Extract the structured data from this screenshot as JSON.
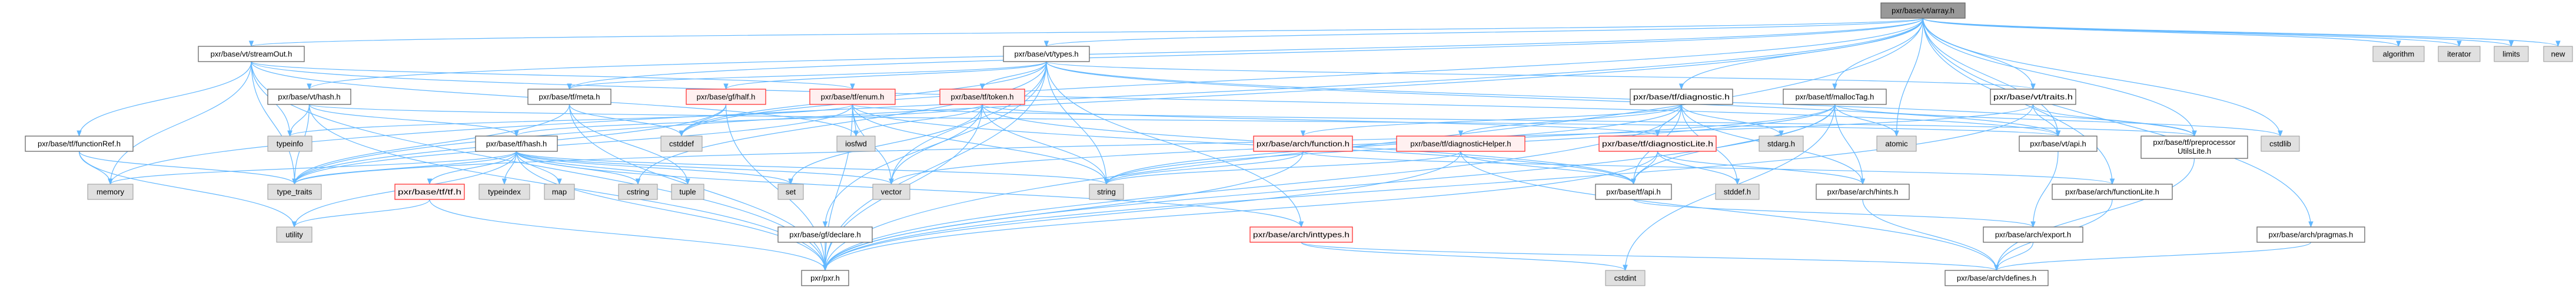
{
  "title": "pxr/base/vt/array.h",
  "colors": {
    "edge": "#63b8ff",
    "root_fill": "#999999",
    "root_border": "#666666",
    "doc_fill": "#ffffff",
    "doc_border": "#666666",
    "sys_fill": "#e0e0e0",
    "sys_border": "#999999",
    "trunc_fill": "#fff0f0",
    "trunc_border": "#ff3333"
  },
  "nodes": [
    {
      "id": "array",
      "label": "pxr/base/vt/array.h",
      "kind": "root"
    },
    {
      "id": "streamOut",
      "label": "pxr/base/vt/streamOut.h",
      "kind": "doc"
    },
    {
      "id": "types",
      "label": "pxr/base/vt/types.h",
      "kind": "doc"
    },
    {
      "id": "algorithm",
      "label": "algorithm",
      "kind": "sys"
    },
    {
      "id": "iterator",
      "label": "iterator",
      "kind": "sys"
    },
    {
      "id": "limits",
      "label": "limits",
      "kind": "sys"
    },
    {
      "id": "new",
      "label": "new",
      "kind": "sys"
    },
    {
      "id": "vthash",
      "label": "pxr/base/vt/hash.h",
      "kind": "doc"
    },
    {
      "id": "meta",
      "label": "pxr/base/tf/meta.h",
      "kind": "doc"
    },
    {
      "id": "half",
      "label": "pxr/base/gf/half.h",
      "kind": "trunc"
    },
    {
      "id": "enum",
      "label": "pxr/base/tf/enum.h",
      "kind": "trunc"
    },
    {
      "id": "token",
      "label": "pxr/base/tf/token.h",
      "kind": "trunc"
    },
    {
      "id": "diagnostic",
      "label": "pxr/base/tf/diagnostic.h",
      "kind": "doc"
    },
    {
      "id": "mallocTag",
      "label": "pxr/base/tf/mallocTag.h",
      "kind": "doc"
    },
    {
      "id": "traits",
      "label": "pxr/base/vt/traits.h",
      "kind": "doc"
    },
    {
      "id": "functionRef",
      "label": "pxr/base/tf/functionRef.h",
      "kind": "doc"
    },
    {
      "id": "typeinfo",
      "label": "typeinfo",
      "kind": "sys"
    },
    {
      "id": "tfhash",
      "label": "pxr/base/tf/hash.h",
      "kind": "doc"
    },
    {
      "id": "cstddef",
      "label": "cstddef",
      "kind": "sys"
    },
    {
      "id": "iosfwd",
      "label": "iosfwd",
      "kind": "sys"
    },
    {
      "id": "archfunction",
      "label": "pxr/base/arch/function.h",
      "kind": "trunc"
    },
    {
      "id": "diagHelper",
      "label": "pxr/base/tf/diagnosticHelper.h",
      "kind": "trunc"
    },
    {
      "id": "diagLite",
      "label": "pxr/base/tf/diagnosticLite.h",
      "kind": "trunc"
    },
    {
      "id": "stdarg",
      "label": "stdarg.h",
      "kind": "sys"
    },
    {
      "id": "atomic",
      "label": "atomic",
      "kind": "sys"
    },
    {
      "id": "vtapi",
      "label": "pxr/base/vt/api.h",
      "kind": "doc"
    },
    {
      "id": "ppLite",
      "label": "pxr/base/tf/preprocessor\nUtilsLite.h",
      "kind": "doc"
    },
    {
      "id": "cstdlib",
      "label": "cstdlib",
      "kind": "sys"
    },
    {
      "id": "memory",
      "label": "memory",
      "kind": "sys"
    },
    {
      "id": "type_traits",
      "label": "type_traits",
      "kind": "sys"
    },
    {
      "id": "tf",
      "label": "pxr/base/tf/tf.h",
      "kind": "trunc"
    },
    {
      "id": "typeindex",
      "label": "typeindex",
      "kind": "sys"
    },
    {
      "id": "map",
      "label": "map",
      "kind": "sys"
    },
    {
      "id": "cstring",
      "label": "cstring",
      "kind": "sys"
    },
    {
      "id": "tuple",
      "label": "tuple",
      "kind": "sys"
    },
    {
      "id": "set",
      "label": "set",
      "kind": "sys"
    },
    {
      "id": "vector",
      "label": "vector",
      "kind": "sys"
    },
    {
      "id": "string",
      "label": "string",
      "kind": "sys"
    },
    {
      "id": "tfapi",
      "label": "pxr/base/tf/api.h",
      "kind": "doc"
    },
    {
      "id": "stddef",
      "label": "stddef.h",
      "kind": "sys"
    },
    {
      "id": "hints",
      "label": "pxr/base/arch/hints.h",
      "kind": "doc"
    },
    {
      "id": "functionLite",
      "label": "pxr/base/arch/functionLite.h",
      "kind": "doc"
    },
    {
      "id": "utility",
      "label": "utility",
      "kind": "sys"
    },
    {
      "id": "declare",
      "label": "pxr/base/gf/declare.h",
      "kind": "doc"
    },
    {
      "id": "inttypes",
      "label": "pxr/base/arch/inttypes.h",
      "kind": "trunc"
    },
    {
      "id": "export",
      "label": "pxr/base/arch/export.h",
      "kind": "doc"
    },
    {
      "id": "pragmas",
      "label": "pxr/base/arch/pragmas.h",
      "kind": "doc"
    },
    {
      "id": "pxr",
      "label": "pxr/pxr.h",
      "kind": "doc"
    },
    {
      "id": "cstdint",
      "label": "cstdint",
      "kind": "sys"
    },
    {
      "id": "defines",
      "label": "pxr/base/arch/defines.h",
      "kind": "doc"
    }
  ],
  "edges": [
    [
      "array",
      "streamOut"
    ],
    [
      "array",
      "types"
    ],
    [
      "array",
      "algorithm"
    ],
    [
      "array",
      "iterator"
    ],
    [
      "array",
      "limits"
    ],
    [
      "array",
      "new"
    ],
    [
      "array",
      "vthash"
    ],
    [
      "array",
      "diagnostic"
    ],
    [
      "array",
      "mallocTag"
    ],
    [
      "array",
      "traits"
    ],
    [
      "array",
      "vtapi"
    ],
    [
      "array",
      "ppLite"
    ],
    [
      "array",
      "cstdlib"
    ],
    [
      "array",
      "atomic"
    ],
    [
      "array",
      "cstddef"
    ],
    [
      "array",
      "memory"
    ],
    [
      "array",
      "type_traits"
    ],
    [
      "array",
      "functionLite"
    ],
    [
      "array",
      "pragmas"
    ],
    [
      "array",
      "pxr"
    ],
    [
      "array",
      "meta"
    ],
    [
      "streamOut",
      "functionRef"
    ],
    [
      "streamOut",
      "typeinfo"
    ],
    [
      "streamOut",
      "type_traits"
    ],
    [
      "streamOut",
      "iosfwd"
    ],
    [
      "streamOut",
      "vtapi"
    ],
    [
      "streamOut",
      "enum"
    ],
    [
      "streamOut",
      "pxr"
    ],
    [
      "streamOut",
      "memory"
    ],
    [
      "vthash",
      "tfhash"
    ],
    [
      "vthash",
      "typeinfo"
    ],
    [
      "vthash",
      "type_traits"
    ],
    [
      "vthash",
      "vtapi"
    ],
    [
      "vthash",
      "pxr"
    ],
    [
      "types",
      "token"
    ],
    [
      "types",
      "half"
    ],
    [
      "types",
      "meta"
    ],
    [
      "types",
      "declare"
    ],
    [
      "types",
      "inttypes"
    ],
    [
      "types",
      "string"
    ],
    [
      "types",
      "vector"
    ],
    [
      "types",
      "cstddef"
    ],
    [
      "types",
      "cstring"
    ],
    [
      "types",
      "traits"
    ],
    [
      "types",
      "vtapi"
    ],
    [
      "types",
      "ppLite"
    ],
    [
      "types",
      "pxr"
    ],
    [
      "meta",
      "cstddef"
    ],
    [
      "meta",
      "tuple"
    ],
    [
      "meta",
      "type_traits"
    ],
    [
      "meta",
      "pxr"
    ],
    [
      "half",
      "cstddef"
    ],
    [
      "half",
      "pxr"
    ],
    [
      "half",
      "type_traits"
    ],
    [
      "enum",
      "iosfwd"
    ],
    [
      "enum",
      "string"
    ],
    [
      "enum",
      "vector"
    ],
    [
      "enum",
      "typeinfo"
    ],
    [
      "enum",
      "type_traits"
    ],
    [
      "enum",
      "tfapi"
    ],
    [
      "enum",
      "ppLite"
    ],
    [
      "enum",
      "pxr"
    ],
    [
      "token",
      "iosfwd"
    ],
    [
      "token",
      "string"
    ],
    [
      "token",
      "vector"
    ],
    [
      "token",
      "set"
    ],
    [
      "token",
      "tfhash"
    ],
    [
      "token",
      "tfapi"
    ],
    [
      "token",
      "diagLite"
    ],
    [
      "token",
      "pxr"
    ],
    [
      "tfhash",
      "tf"
    ],
    [
      "tfhash",
      "memory"
    ],
    [
      "tfhash",
      "type_traits"
    ],
    [
      "tfhash",
      "typeindex"
    ],
    [
      "tfhash",
      "map"
    ],
    [
      "tfhash",
      "cstring"
    ],
    [
      "tfhash",
      "tuple"
    ],
    [
      "tfhash",
      "set"
    ],
    [
      "tfhash",
      "vector"
    ],
    [
      "tfhash",
      "string"
    ],
    [
      "tfhash",
      "utility"
    ],
    [
      "tfhash",
      "inttypes"
    ],
    [
      "tfhash",
      "pxr"
    ],
    [
      "tf",
      "utility"
    ],
    [
      "tf",
      "pxr"
    ],
    [
      "functionRef",
      "memory"
    ],
    [
      "functionRef",
      "type_traits"
    ],
    [
      "functionRef",
      "utility"
    ],
    [
      "diagnostic",
      "diagLite"
    ],
    [
      "diagnostic",
      "diagHelper"
    ],
    [
      "diagnostic",
      "archfunction"
    ],
    [
      "diagnostic",
      "hints"
    ],
    [
      "diagnostic",
      "tfapi"
    ],
    [
      "diagnostic",
      "stdarg"
    ],
    [
      "diagnostic",
      "stddef"
    ],
    [
      "diagnostic",
      "string"
    ],
    [
      "diagnostic",
      "pxr"
    ],
    [
      "mallocTag",
      "atomic"
    ],
    [
      "mallocTag",
      "cstdlib"
    ],
    [
      "mallocTag",
      "cstdint"
    ],
    [
      "mallocTag",
      "string"
    ],
    [
      "mallocTag",
      "vector"
    ],
    [
      "mallocTag",
      "tfapi"
    ],
    [
      "mallocTag",
      "hints"
    ],
    [
      "mallocTag",
      "pxr"
    ],
    [
      "traits",
      "vtapi"
    ],
    [
      "traits",
      "ppLite"
    ],
    [
      "traits",
      "type_traits"
    ],
    [
      "traits",
      "pxr"
    ],
    [
      "archfunction",
      "functionLite"
    ],
    [
      "archfunction",
      "string"
    ],
    [
      "archfunction",
      "pxr"
    ],
    [
      "diagHelper",
      "tfapi"
    ],
    [
      "diagHelper",
      "string"
    ],
    [
      "diagHelper",
      "pxr"
    ],
    [
      "diagHelper",
      "defines"
    ],
    [
      "diagLite",
      "tfapi"
    ],
    [
      "diagLite",
      "stddef"
    ],
    [
      "diagLite",
      "hints"
    ],
    [
      "diagLite",
      "pxr"
    ],
    [
      "vtapi",
      "export"
    ],
    [
      "tfapi",
      "export"
    ],
    [
      "ppLite",
      "defines"
    ],
    [
      "functionLite",
      "defines"
    ],
    [
      "hints",
      "defines"
    ],
    [
      "export",
      "defines"
    ],
    [
      "pragmas",
      "defines"
    ],
    [
      "inttypes",
      "defines"
    ],
    [
      "inttypes",
      "cstdint"
    ],
    [
      "declare",
      "pxr"
    ]
  ]
}
